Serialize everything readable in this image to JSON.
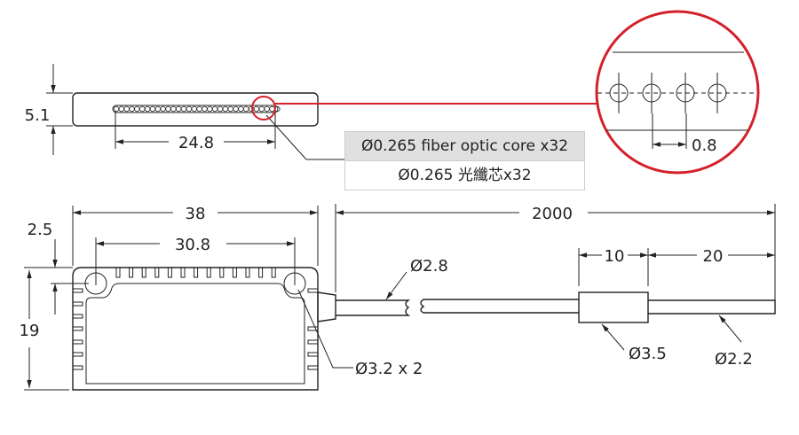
{
  "title": "Fiber optic connector dimension drawing",
  "top_view": {
    "height": "5.1",
    "core_span": "24.8"
  },
  "callout_table": {
    "english": "Ø0.265 fiber optic core x32",
    "chinese": "Ø0.265 光纖芯x32"
  },
  "detail": {
    "pitch": "0.8"
  },
  "front_view": {
    "width": "38",
    "hole_spacing": "30.8",
    "hole_offset": "2.5",
    "height": "19",
    "hole_dia": "Ø3.2 x 2"
  },
  "cable": {
    "length": "2000",
    "cable_dia": "Ø2.8",
    "sleeve_length": "10",
    "tip_length": "20",
    "sleeve_dia": "Ø3.5",
    "tip_dia": "Ø2.2"
  },
  "colors": {
    "highlight": "#d4202a",
    "line": "#222222",
    "table_header": "#e0e0e0"
  }
}
